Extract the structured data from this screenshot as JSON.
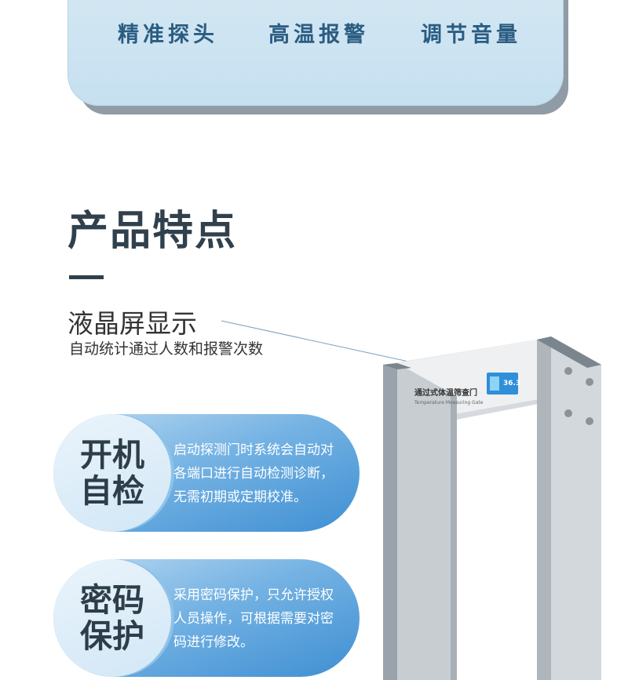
{
  "banner": {
    "features": [
      "精准探头",
      "高温报警",
      "调节音量"
    ]
  },
  "section": {
    "title": "产品特点",
    "lcd_title": "液晶屏显示",
    "lcd_desc": "自动统计通过人数和报警次数"
  },
  "gate": {
    "label_cn": "通过式体温筛查门",
    "label_en": "Temperature Measuring Gate",
    "display_value": "36.3"
  },
  "features": [
    {
      "title_line1": "开机",
      "title_line2": "自检",
      "lines": [
        "启动探测门时系统会自动对",
        "各端口进行自动检测诊断，",
        "无需初期或定期校准。"
      ]
    },
    {
      "title_line1": "密码",
      "title_line2": "保护",
      "lines": [
        "采用密码保护，只允许授权",
        "人员操作，可根据需要对密",
        "码进行修改。"
      ]
    }
  ],
  "colors": {
    "banner_bg": "#cfe5f2",
    "banner_text": "#2b5d82",
    "title_text": "#30404c",
    "pill_gradient_end": "#3f8fd3"
  }
}
